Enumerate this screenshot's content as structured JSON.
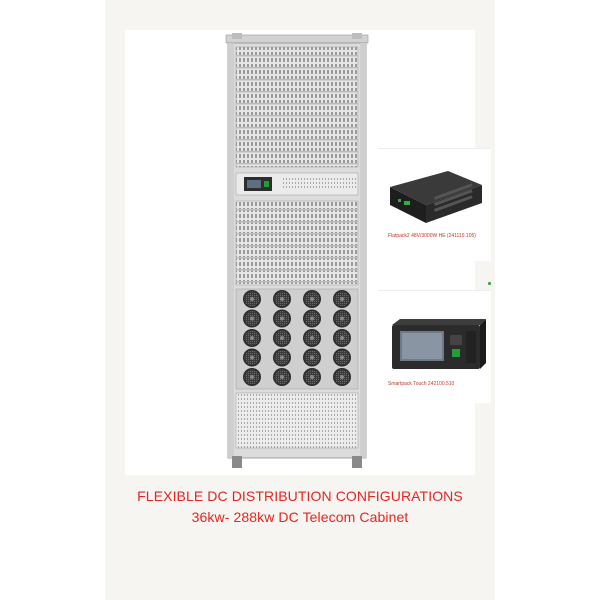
{
  "inset_products": [
    {
      "caption": "Flatpack2 48V/3000W HE (241119.105)",
      "icon": "rectifier-module-photo"
    },
    {
      "caption": "Smartpack Touch 242100.510",
      "icon": "controller-unit-photo"
    }
  ],
  "headline": {
    "line1": "FLEXIBLE DC DISTRIBUTION CONFIGURATIONS",
    "line2": "36kw- 288kw DC Telecom Cabinet"
  },
  "colors": {
    "headline": "#e5261f",
    "caption": "#c0392b",
    "cabinet": "#dcdcdc",
    "accent_green": "#3aa845"
  },
  "fan_grid": {
    "rows": 5,
    "cols": 4
  }
}
